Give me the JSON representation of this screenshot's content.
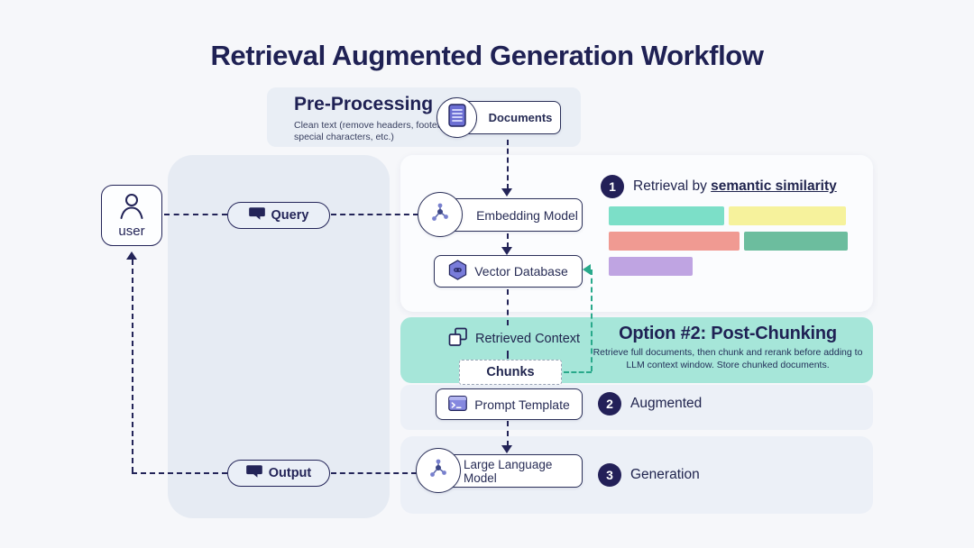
{
  "title": "Retrieval Augmented Generation Workflow",
  "preprocessing": {
    "title": "Pre-Processing",
    "description": "Clean text (remove headers, footers, special characters, etc.)",
    "documents_label": "Documents"
  },
  "user_label": "user",
  "query_label": "Query",
  "output_label": "Output",
  "nodes": {
    "embedding_model": "Embedding Model",
    "vector_database": "Vector Database",
    "retrieved_context": "Retrieved Context",
    "chunks": "Chunks",
    "prompt_template": "Prompt Template",
    "large_language_model": "Large Language Model"
  },
  "steps": [
    {
      "number": "1",
      "label": "Retrieval by",
      "emphasis": "semantic similarity"
    },
    {
      "number": "2",
      "label": "Augmented"
    },
    {
      "number": "3",
      "label": "Generation"
    }
  ],
  "option2": {
    "title": "Option #2: Post-Chunking",
    "description": "Retrieve full documents, then chunk and rerank before adding to LLM context window. Store chunked documents."
  },
  "retrieval_bars": [
    {
      "row": 1,
      "width": 128,
      "color": "#7cdfc8"
    },
    {
      "row": 1,
      "width": 130,
      "color": "#f6f29c"
    },
    {
      "row": 2,
      "width": 145,
      "color": "#f09a92"
    },
    {
      "row": 2,
      "width": 115,
      "color": "#6cbd9e"
    },
    {
      "row": 3,
      "width": 93,
      "color": "#bfa4e2"
    }
  ],
  "colors": {
    "ink": "#232458",
    "arrow_green": "#29a98b",
    "teal_panel": "#a6e6d9",
    "icon_indigo": "#797cda"
  }
}
